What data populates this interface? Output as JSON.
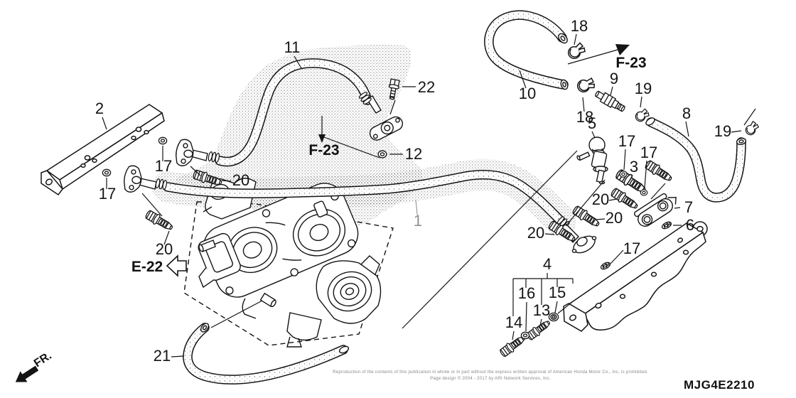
{
  "diagram": {
    "code": "MJG4E2210",
    "orientation_label": "FR.",
    "references": {
      "e22": "E-22",
      "f23_upper": "F-23",
      "f23_lower": "F-23"
    },
    "copyright": {
      "line1": "Reproduction of the contents of this publication in whole or in part without the express written approval of American Honda Motor Co., Inc. is prohibited.",
      "line2": "Page design © 2004 - 2017 by ARI Network Services, Inc."
    }
  },
  "callouts": {
    "c1": "1",
    "c2": "2",
    "c3": "3",
    "c4": "4",
    "c5": "5",
    "c6": "6",
    "c7": "7",
    "c8": "8",
    "c9": "9",
    "c10": "10",
    "c11": "11",
    "c12": "12",
    "c13": "13",
    "c14": "14",
    "c15": "15",
    "c16": "16",
    "c17": "17",
    "c18": "18",
    "c19": "19",
    "c20": "20",
    "c21": "21",
    "c22": "22"
  }
}
